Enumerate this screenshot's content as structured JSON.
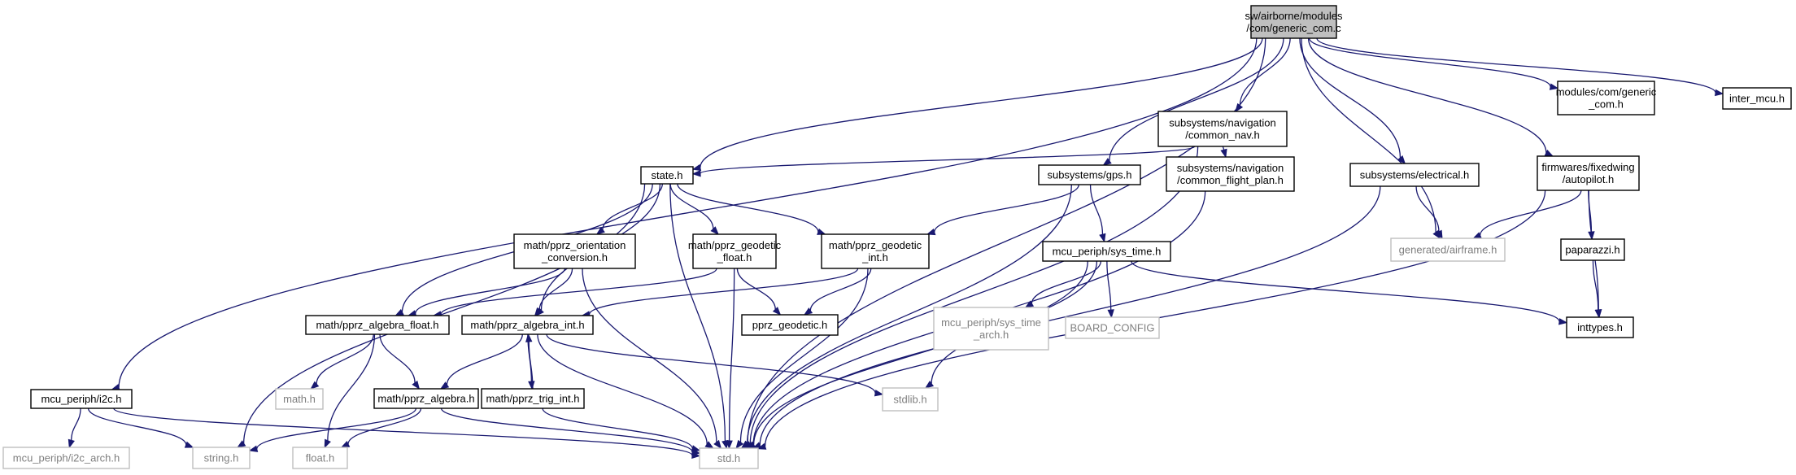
{
  "nodes": {
    "generic_com_c": {
      "lines": [
        "sw/airborne/modules",
        "/com/generic_com.c"
      ],
      "kind": "root"
    },
    "i2c_h": {
      "lines": [
        "mcu_periph/i2c.h"
      ],
      "kind": "doc"
    },
    "i2c_arch_h": {
      "lines": [
        "mcu_periph/i2c_arch.h"
      ],
      "kind": "missing"
    },
    "string_h": {
      "lines": [
        "string.h"
      ],
      "kind": "missing"
    },
    "std_h": {
      "lines": [
        "std.h"
      ],
      "kind": "missing"
    },
    "state_h": {
      "lines": [
        "state.h"
      ],
      "kind": "doc"
    },
    "common_nav_h": {
      "lines": [
        "subsystems/navigation",
        "/common_nav.h"
      ],
      "kind": "doc"
    },
    "common_flight_plan_h": {
      "lines": [
        "subsystems/navigation",
        "/common_flight_plan.h"
      ],
      "kind": "doc"
    },
    "gps_h": {
      "lines": [
        "subsystems/gps.h"
      ],
      "kind": "doc"
    },
    "electrical_h": {
      "lines": [
        "subsystems/electrical.h"
      ],
      "kind": "doc"
    },
    "autopilot_h": {
      "lines": [
        "firmwares/fixedwing",
        "/autopilot.h"
      ],
      "kind": "doc"
    },
    "modules_generic_com_h": {
      "lines": [
        "modules/com/generic",
        "_com.h"
      ],
      "kind": "doc"
    },
    "inter_mcu_h": {
      "lines": [
        "inter_mcu.h"
      ],
      "kind": "doc"
    },
    "orientation_conversion_h": {
      "lines": [
        "math/pprz_orientation",
        "_conversion.h"
      ],
      "kind": "doc"
    },
    "geodetic_float_h": {
      "lines": [
        "math/pprz_geodetic",
        "_float.h"
      ],
      "kind": "doc"
    },
    "geodetic_int_h": {
      "lines": [
        "math/pprz_geodetic",
        "_int.h"
      ],
      "kind": "doc"
    },
    "algebra_float_h": {
      "lines": [
        "math/pprz_algebra_float.h"
      ],
      "kind": "doc"
    },
    "algebra_int_h": {
      "lines": [
        "math/pprz_algebra_int.h"
      ],
      "kind": "doc"
    },
    "pprz_geodetic_h": {
      "lines": [
        "pprz_geodetic.h"
      ],
      "kind": "doc"
    },
    "math_h": {
      "lines": [
        "math.h"
      ],
      "kind": "missing"
    },
    "algebra_h": {
      "lines": [
        "math/pprz_algebra.h"
      ],
      "kind": "doc"
    },
    "float_h": {
      "lines": [
        "float.h"
      ],
      "kind": "missing"
    },
    "trig_int_h": {
      "lines": [
        "math/pprz_trig_int.h"
      ],
      "kind": "doc"
    },
    "stdlib_h": {
      "lines": [
        "stdlib.h"
      ],
      "kind": "missing"
    },
    "sys_time_h": {
      "lines": [
        "mcu_periph/sys_time.h"
      ],
      "kind": "doc"
    },
    "sys_time_arch_h": {
      "lines": [
        "mcu_periph/sys_time",
        "_arch.h"
      ],
      "kind": "missing"
    },
    "board_config": {
      "lines": [
        "BOARD_CONFIG"
      ],
      "kind": "missing"
    },
    "airframe_h": {
      "lines": [
        "generated/airframe.h"
      ],
      "kind": "missing"
    },
    "paparazzi_h": {
      "lines": [
        "paparazzi.h"
      ],
      "kind": "doc"
    },
    "inttypes_h": {
      "lines": [
        "inttypes.h"
      ],
      "kind": "doc"
    }
  },
  "edges": [
    [
      "generic_com_c",
      "i2c_h"
    ],
    [
      "generic_com_c",
      "std_h"
    ],
    [
      "generic_com_c",
      "state_h"
    ],
    [
      "generic_com_c",
      "common_nav_h"
    ],
    [
      "generic_com_c",
      "gps_h"
    ],
    [
      "generic_com_c",
      "electrical_h"
    ],
    [
      "generic_com_c",
      "airframe_h"
    ],
    [
      "generic_com_c",
      "modules_generic_com_h"
    ],
    [
      "generic_com_c",
      "autopilot_h"
    ],
    [
      "generic_com_c",
      "inter_mcu_h"
    ],
    [
      "i2c_h",
      "i2c_arch_h"
    ],
    [
      "i2c_h",
      "string_h"
    ],
    [
      "i2c_h",
      "std_h"
    ],
    [
      "common_nav_h",
      "state_h"
    ],
    [
      "common_nav_h",
      "common_flight_plan_h"
    ],
    [
      "common_nav_h",
      "std_h"
    ],
    [
      "common_flight_plan_h",
      "std_h"
    ],
    [
      "state_h",
      "string_h"
    ],
    [
      "state_h",
      "algebra_float_h"
    ],
    [
      "state_h",
      "algebra_int_h"
    ],
    [
      "state_h",
      "orientation_conversion_h"
    ],
    [
      "state_h",
      "geodetic_float_h"
    ],
    [
      "state_h",
      "geodetic_int_h"
    ],
    [
      "state_h",
      "std_h"
    ],
    [
      "orientation_conversion_h",
      "algebra_float_h"
    ],
    [
      "orientation_conversion_h",
      "algebra_int_h"
    ],
    [
      "orientation_conversion_h",
      "std_h"
    ],
    [
      "geodetic_float_h",
      "algebra_float_h"
    ],
    [
      "geodetic_float_h",
      "pprz_geodetic_h"
    ],
    [
      "geodetic_float_h",
      "std_h"
    ],
    [
      "geodetic_int_h",
      "algebra_int_h"
    ],
    [
      "geodetic_int_h",
      "pprz_geodetic_h"
    ],
    [
      "geodetic_int_h",
      "std_h"
    ],
    [
      "algebra_float_h",
      "math_h"
    ],
    [
      "algebra_float_h",
      "algebra_h"
    ],
    [
      "algebra_float_h",
      "float_h"
    ],
    [
      "algebra_int_h",
      "algebra_h"
    ],
    [
      "algebra_int_h",
      "trig_int_h"
    ],
    [
      "algebra_int_h",
      "stdlib_h"
    ],
    [
      "algebra_int_h",
      "std_h"
    ],
    [
      "trig_int_h",
      "algebra_int_h"
    ],
    [
      "trig_int_h",
      "std_h"
    ],
    [
      "algebra_h",
      "string_h"
    ],
    [
      "algebra_h",
      "float_h"
    ],
    [
      "algebra_h",
      "std_h"
    ],
    [
      "gps_h",
      "geodetic_int_h"
    ],
    [
      "gps_h",
      "sys_time_h"
    ],
    [
      "gps_h",
      "std_h"
    ],
    [
      "sys_time_h",
      "sys_time_arch_h"
    ],
    [
      "sys_time_h",
      "board_config"
    ],
    [
      "sys_time_h",
      "stdlib_h"
    ],
    [
      "sys_time_h",
      "inttypes_h"
    ],
    [
      "sys_time_h",
      "std_h"
    ],
    [
      "electrical_h",
      "airframe_h"
    ],
    [
      "electrical_h",
      "std_h"
    ],
    [
      "autopilot_h",
      "airframe_h"
    ],
    [
      "autopilot_h",
      "paparazzi_h"
    ],
    [
      "autopilot_h",
      "inttypes_h"
    ],
    [
      "autopilot_h",
      "std_h"
    ],
    [
      "paparazzi_h",
      "inttypes_h"
    ]
  ],
  "colors": {
    "root_fill": "#bfbfbf",
    "border": "#000000",
    "missing_border": "#bfbfbf",
    "missing_text": "#7f7f7f",
    "edge": "#191970"
  }
}
